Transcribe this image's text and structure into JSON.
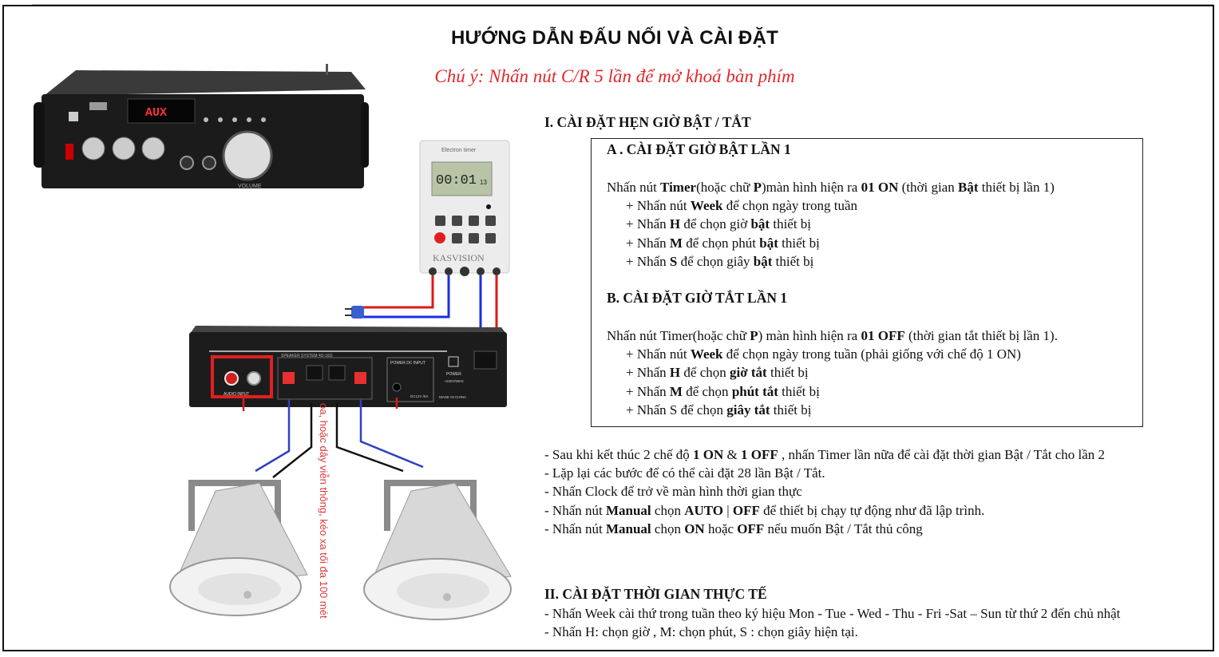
{
  "title": "HƯỚNG DẪN ĐẤU NỐI VÀ CÀI ĐẶT",
  "note": "Chú ý: Nhấn nút C/R 5 lần để mở khoá bàn phím",
  "colors": {
    "note": "#e0282c",
    "wire_live": "#e01818",
    "wire_neutral": "#1a2ee0",
    "highlight_box": "#e02020"
  },
  "section1": {
    "heading": "I. CÀI ĐẶT HẸN GIỜ BẬT / TẮT",
    "partA": {
      "heading": "A . CÀI ĐẶT GIỜ BẬT LẦN 1",
      "lines": [
        {
          "indent": false,
          "segs": [
            [
              "Nhấn nút ",
              0
            ],
            [
              "Timer",
              1
            ],
            [
              "(hoặc chữ ",
              0
            ],
            [
              "P",
              1
            ],
            [
              ")màn hình hiện ra ",
              0
            ],
            [
              "01 ON",
              1
            ],
            [
              " (thời gian ",
              0
            ],
            [
              "Bật",
              1
            ],
            [
              " thiết bị lần 1)",
              0
            ]
          ]
        },
        {
          "indent": true,
          "segs": [
            [
              "+ Nhấn nút ",
              0
            ],
            [
              "Week",
              1
            ],
            [
              " để chọn ngày trong tuần",
              0
            ]
          ]
        },
        {
          "indent": true,
          "segs": [
            [
              "+ Nhấn ",
              0
            ],
            [
              "H",
              1
            ],
            [
              " để chọn giờ ",
              0
            ],
            [
              "bật",
              1
            ],
            [
              " thiết bị",
              0
            ]
          ]
        },
        {
          "indent": true,
          "segs": [
            [
              "+ Nhấn ",
              0
            ],
            [
              "M",
              1
            ],
            [
              " để chọn phút ",
              0
            ],
            [
              "bật",
              1
            ],
            [
              " thiết bị",
              0
            ]
          ]
        },
        {
          "indent": true,
          "segs": [
            [
              "+ Nhấn ",
              0
            ],
            [
              "S",
              1
            ],
            [
              " để chọn giây ",
              0
            ],
            [
              "bật",
              1
            ],
            [
              " thiết bị",
              0
            ]
          ]
        }
      ]
    },
    "partB": {
      "heading": "B. CÀI ĐẶT GIỜ TẮT LẦN 1",
      "lines": [
        {
          "indent": false,
          "segs": [
            [
              "Nhấn nút Timer(hoặc chữ ",
              0
            ],
            [
              "P",
              1
            ],
            [
              ") màn hình hiện ra ",
              0
            ],
            [
              "01 OFF",
              1
            ],
            [
              " (thời gian tắt thiết bị lần 1).",
              0
            ]
          ]
        },
        {
          "indent": true,
          "segs": [
            [
              "+ Nhấn nút ",
              0
            ],
            [
              "Week",
              1
            ],
            [
              " để chọn ngày trong tuần (phải giống với chế độ 1 ON)",
              0
            ]
          ]
        },
        {
          "indent": true,
          "segs": [
            [
              "+ Nhấn ",
              0
            ],
            [
              "H",
              1
            ],
            [
              " để chọn ",
              0
            ],
            [
              "giờ tắt",
              1
            ],
            [
              " thiết bị",
              0
            ]
          ]
        },
        {
          "indent": true,
          "segs": [
            [
              "+ Nhấn ",
              0
            ],
            [
              "M",
              1
            ],
            [
              " để chọn ",
              0
            ],
            [
              "phút tắt",
              1
            ],
            [
              " thiết bị",
              0
            ]
          ]
        },
        {
          "indent": true,
          "segs": [
            [
              "+ Nhấn S để chọn ",
              0
            ],
            [
              "giây tắt",
              1
            ],
            [
              " thiết bị",
              0
            ]
          ]
        }
      ]
    },
    "notes": [
      {
        "indent": false,
        "segs": [
          [
            "- Sau khi kết thúc 2 chế độ ",
            0
          ],
          [
            "1 ON",
            1
          ],
          [
            " & ",
            0
          ],
          [
            "1 OFF",
            1
          ],
          [
            " , nhấn Timer lần nữa để cài đặt thời gian Bật / Tắt cho lần 2",
            0
          ]
        ]
      },
      {
        "indent": false,
        "segs": [
          [
            "- Lặp lại các bước để có thể cài đặt 28 lần Bật / Tắt.",
            0
          ]
        ]
      },
      {
        "indent": false,
        "segs": [
          [
            "- Nhấn Clock để trở về màn hình thời gian thực",
            0
          ]
        ]
      },
      {
        "indent": false,
        "segs": [
          [
            "- Nhấn nút ",
            0
          ],
          [
            "Manual",
            1
          ],
          [
            " chọn ",
            0
          ],
          [
            "AUTO",
            1
          ],
          [
            " | ",
            0
          ],
          [
            "OFF",
            1
          ],
          [
            " để thiết bị chạy tự động như đã lập trình.",
            0
          ]
        ]
      },
      {
        "indent": false,
        "segs": [
          [
            "- Nhấn nút ",
            0
          ],
          [
            "Manual",
            1
          ],
          [
            " chọn ",
            0
          ],
          [
            "ON",
            1
          ],
          [
            " hoặc ",
            0
          ],
          [
            "OFF",
            1
          ],
          [
            " nếu muốn Bật / Tắt thủ công",
            0
          ]
        ]
      }
    ]
  },
  "section2": {
    "heading": "II. CÀI ĐẶT THỜI GIAN THỰC TẾ",
    "lines": [
      {
        "indent": false,
        "segs": [
          [
            "- Nhấn Week cài thứ trong tuần theo ký hiệu Mon - Tue - Wed - Thu - Fri -Sat – Sun từ thứ 2 đến chủ nhật",
            0
          ]
        ]
      },
      {
        "indent": false,
        "segs": [
          [
            "- Nhấn H: chọn giờ , M: chọn phút, S : chọn giây hiện tại.",
            0
          ]
        ]
      }
    ]
  },
  "wire_note": "oa, hoặc dây viễn thông, kéo xa tối đa 100 mét",
  "devices": {
    "amp_display": "AUX",
    "timer_label": "Electron timer",
    "timer_time": "00:01",
    "timer_seconds": "13",
    "timer_brand": "KASVISION",
    "audio_input": "AUDIO INPUT",
    "speaker_system": "SPEAKER SYSTEM 4Ω-16Ω",
    "power_dc_input": "POWER DC INPUT",
    "power": "POWER",
    "voltage": "~230V/50Hz",
    "dc_rating": "DC12V /5A",
    "made_in": "MADE IN CHINA",
    "volume": "VOLUME"
  }
}
